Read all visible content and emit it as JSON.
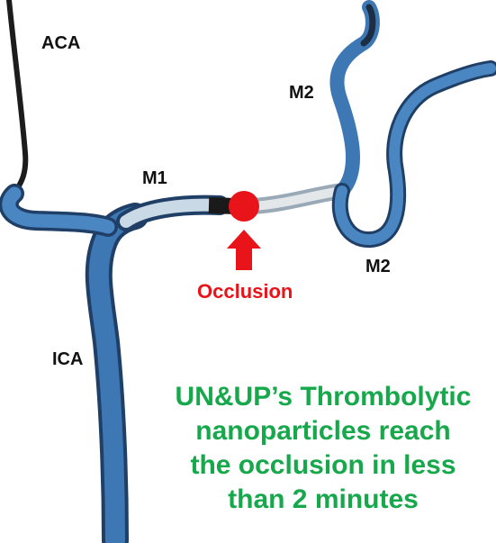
{
  "labels": {
    "aca": "ACA",
    "m2_top": "M2",
    "m1": "M1",
    "m2_bottom": "M2",
    "ica": "ICA",
    "occlusion": "Occlusion"
  },
  "caption": {
    "lines": [
      "UN&UP’s Thrombolytic",
      "nanoparticles reach",
      "the occlusion in less",
      "than 2 minutes"
    ]
  },
  "colors": {
    "vessel_blue": "#3d78b4",
    "vessel_dark": "#1f3f66",
    "occlusion_red": "#e8141a",
    "caption_green": "#16a84b"
  }
}
